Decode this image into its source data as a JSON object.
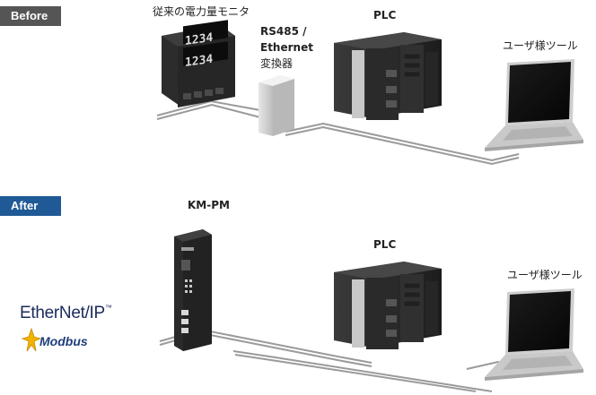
{
  "before_badge": "Before",
  "after_badge": "After",
  "before": {
    "meter_label": "従来の電力量モニタ",
    "converter_label_lines": [
      "RS485 /",
      "Ethernet",
      "変換器"
    ],
    "plc_label": "PLC",
    "pc_label": "ユーザ様ツール"
  },
  "after": {
    "kmpm_label": "KM-PM",
    "plc_label": "PLC",
    "pc_label": "ユーザ様ツール",
    "logo_ethernet": "EtherNet/IP",
    "logo_ethernet_tm": "™",
    "logo_modbus": "Modbus"
  },
  "meter_display_digits": [
    "1234",
    "1234"
  ],
  "colors": {
    "before_badge_bg": "#555555",
    "after_badge_bg": "#1f5a96",
    "cable": "#9a9a9a",
    "device_dark": "#2b2b2b",
    "laptop_silver": "#c9c9c9"
  }
}
